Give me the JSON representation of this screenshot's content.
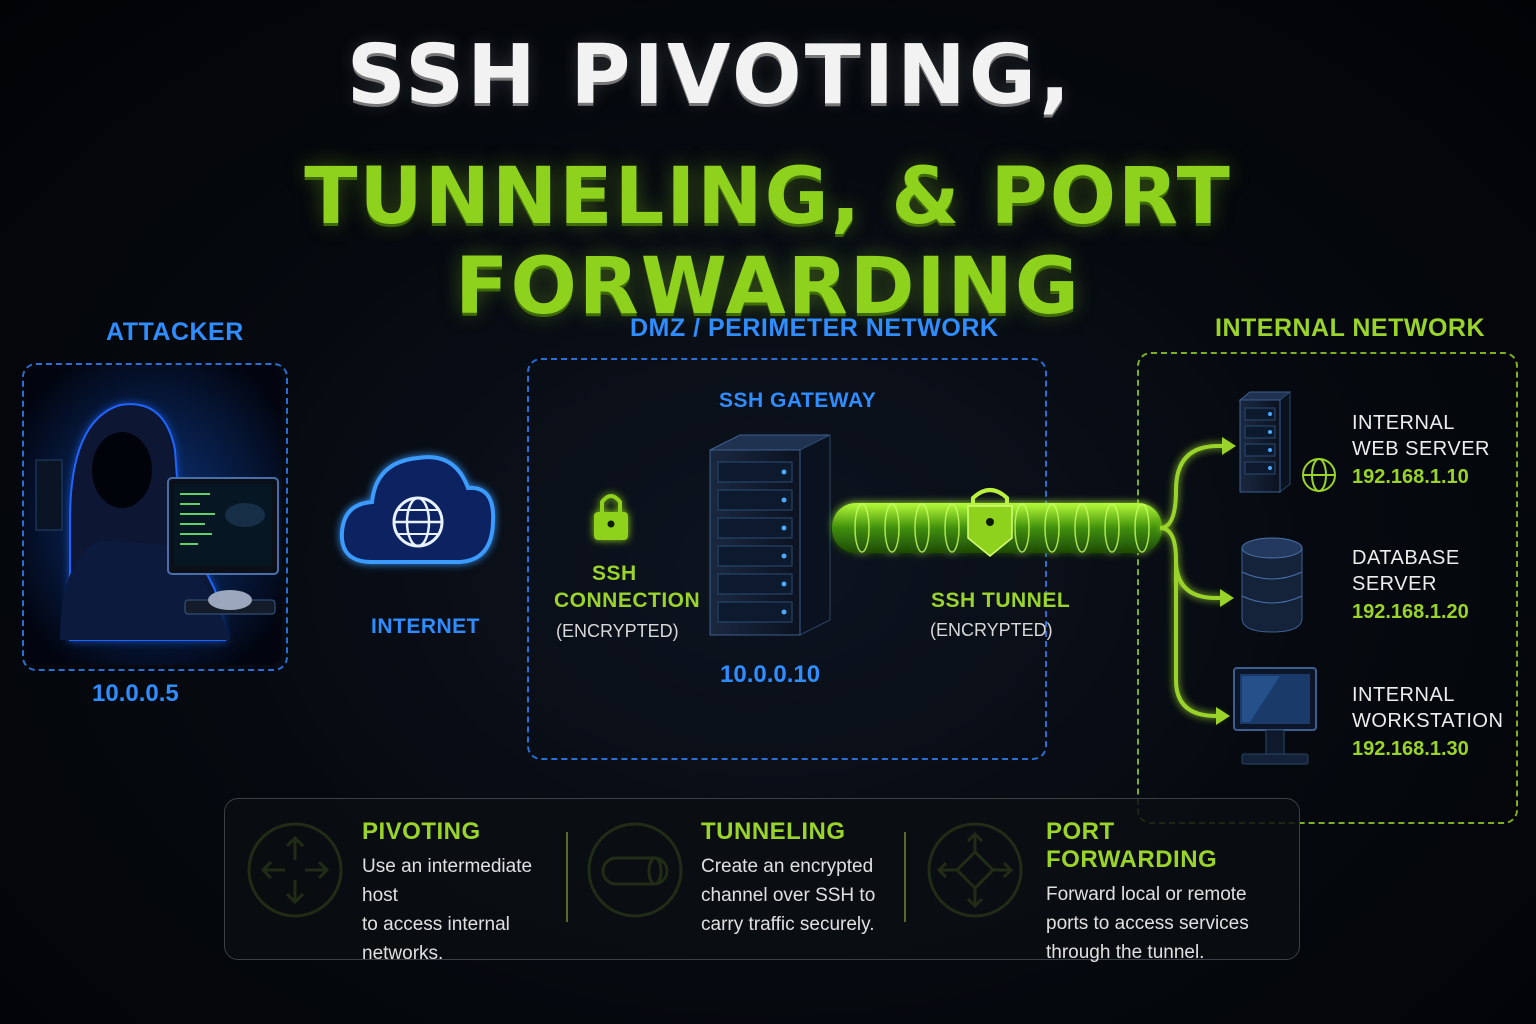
{
  "title": {
    "line1": "SSH PIVOTING,",
    "line2": "TUNNELING, & PORT FORWARDING"
  },
  "zones": {
    "attacker": "ATTACKER",
    "dmz": "DMZ / PERIMETER NETWORK",
    "internal": "INTERNAL NETWORK"
  },
  "attacker": {
    "ip": "10.0.0.5"
  },
  "internet": {
    "label": "INTERNET"
  },
  "ssh_connection": {
    "line1": "SSH",
    "line2": "CONNECTION",
    "note": "(ENCRYPTED)"
  },
  "gateway": {
    "label": "SSH GATEWAY",
    "ip": "10.0.0.10"
  },
  "ssh_tunnel": {
    "label": "SSH TUNNEL",
    "note": "(ENCRYPTED)"
  },
  "hosts": [
    {
      "line1": "INTERNAL",
      "line2": "WEB SERVER",
      "ip": "192.168.1.10"
    },
    {
      "line1": "DATABASE",
      "line2": "SERVER",
      "ip": "192.168.1.20"
    },
    {
      "line1": "INTERNAL",
      "line2": "WORKSTATION",
      "ip": "192.168.1.30"
    }
  ],
  "cards": [
    {
      "title": "PIVOTING",
      "lines": [
        "Use an intermediate host",
        "to access internal",
        "networks."
      ]
    },
    {
      "title": "TUNNELING",
      "lines": [
        "Create an encrypted",
        "channel over SSH to",
        "carry traffic securely."
      ]
    },
    {
      "title": "PORT FORWARDING",
      "lines": [
        "Forward local or remote",
        "ports to access services",
        "through the tunnel."
      ]
    }
  ],
  "colors": {
    "blue": "#2f8dff",
    "green": "#9ad42a",
    "background": "#05080d"
  }
}
